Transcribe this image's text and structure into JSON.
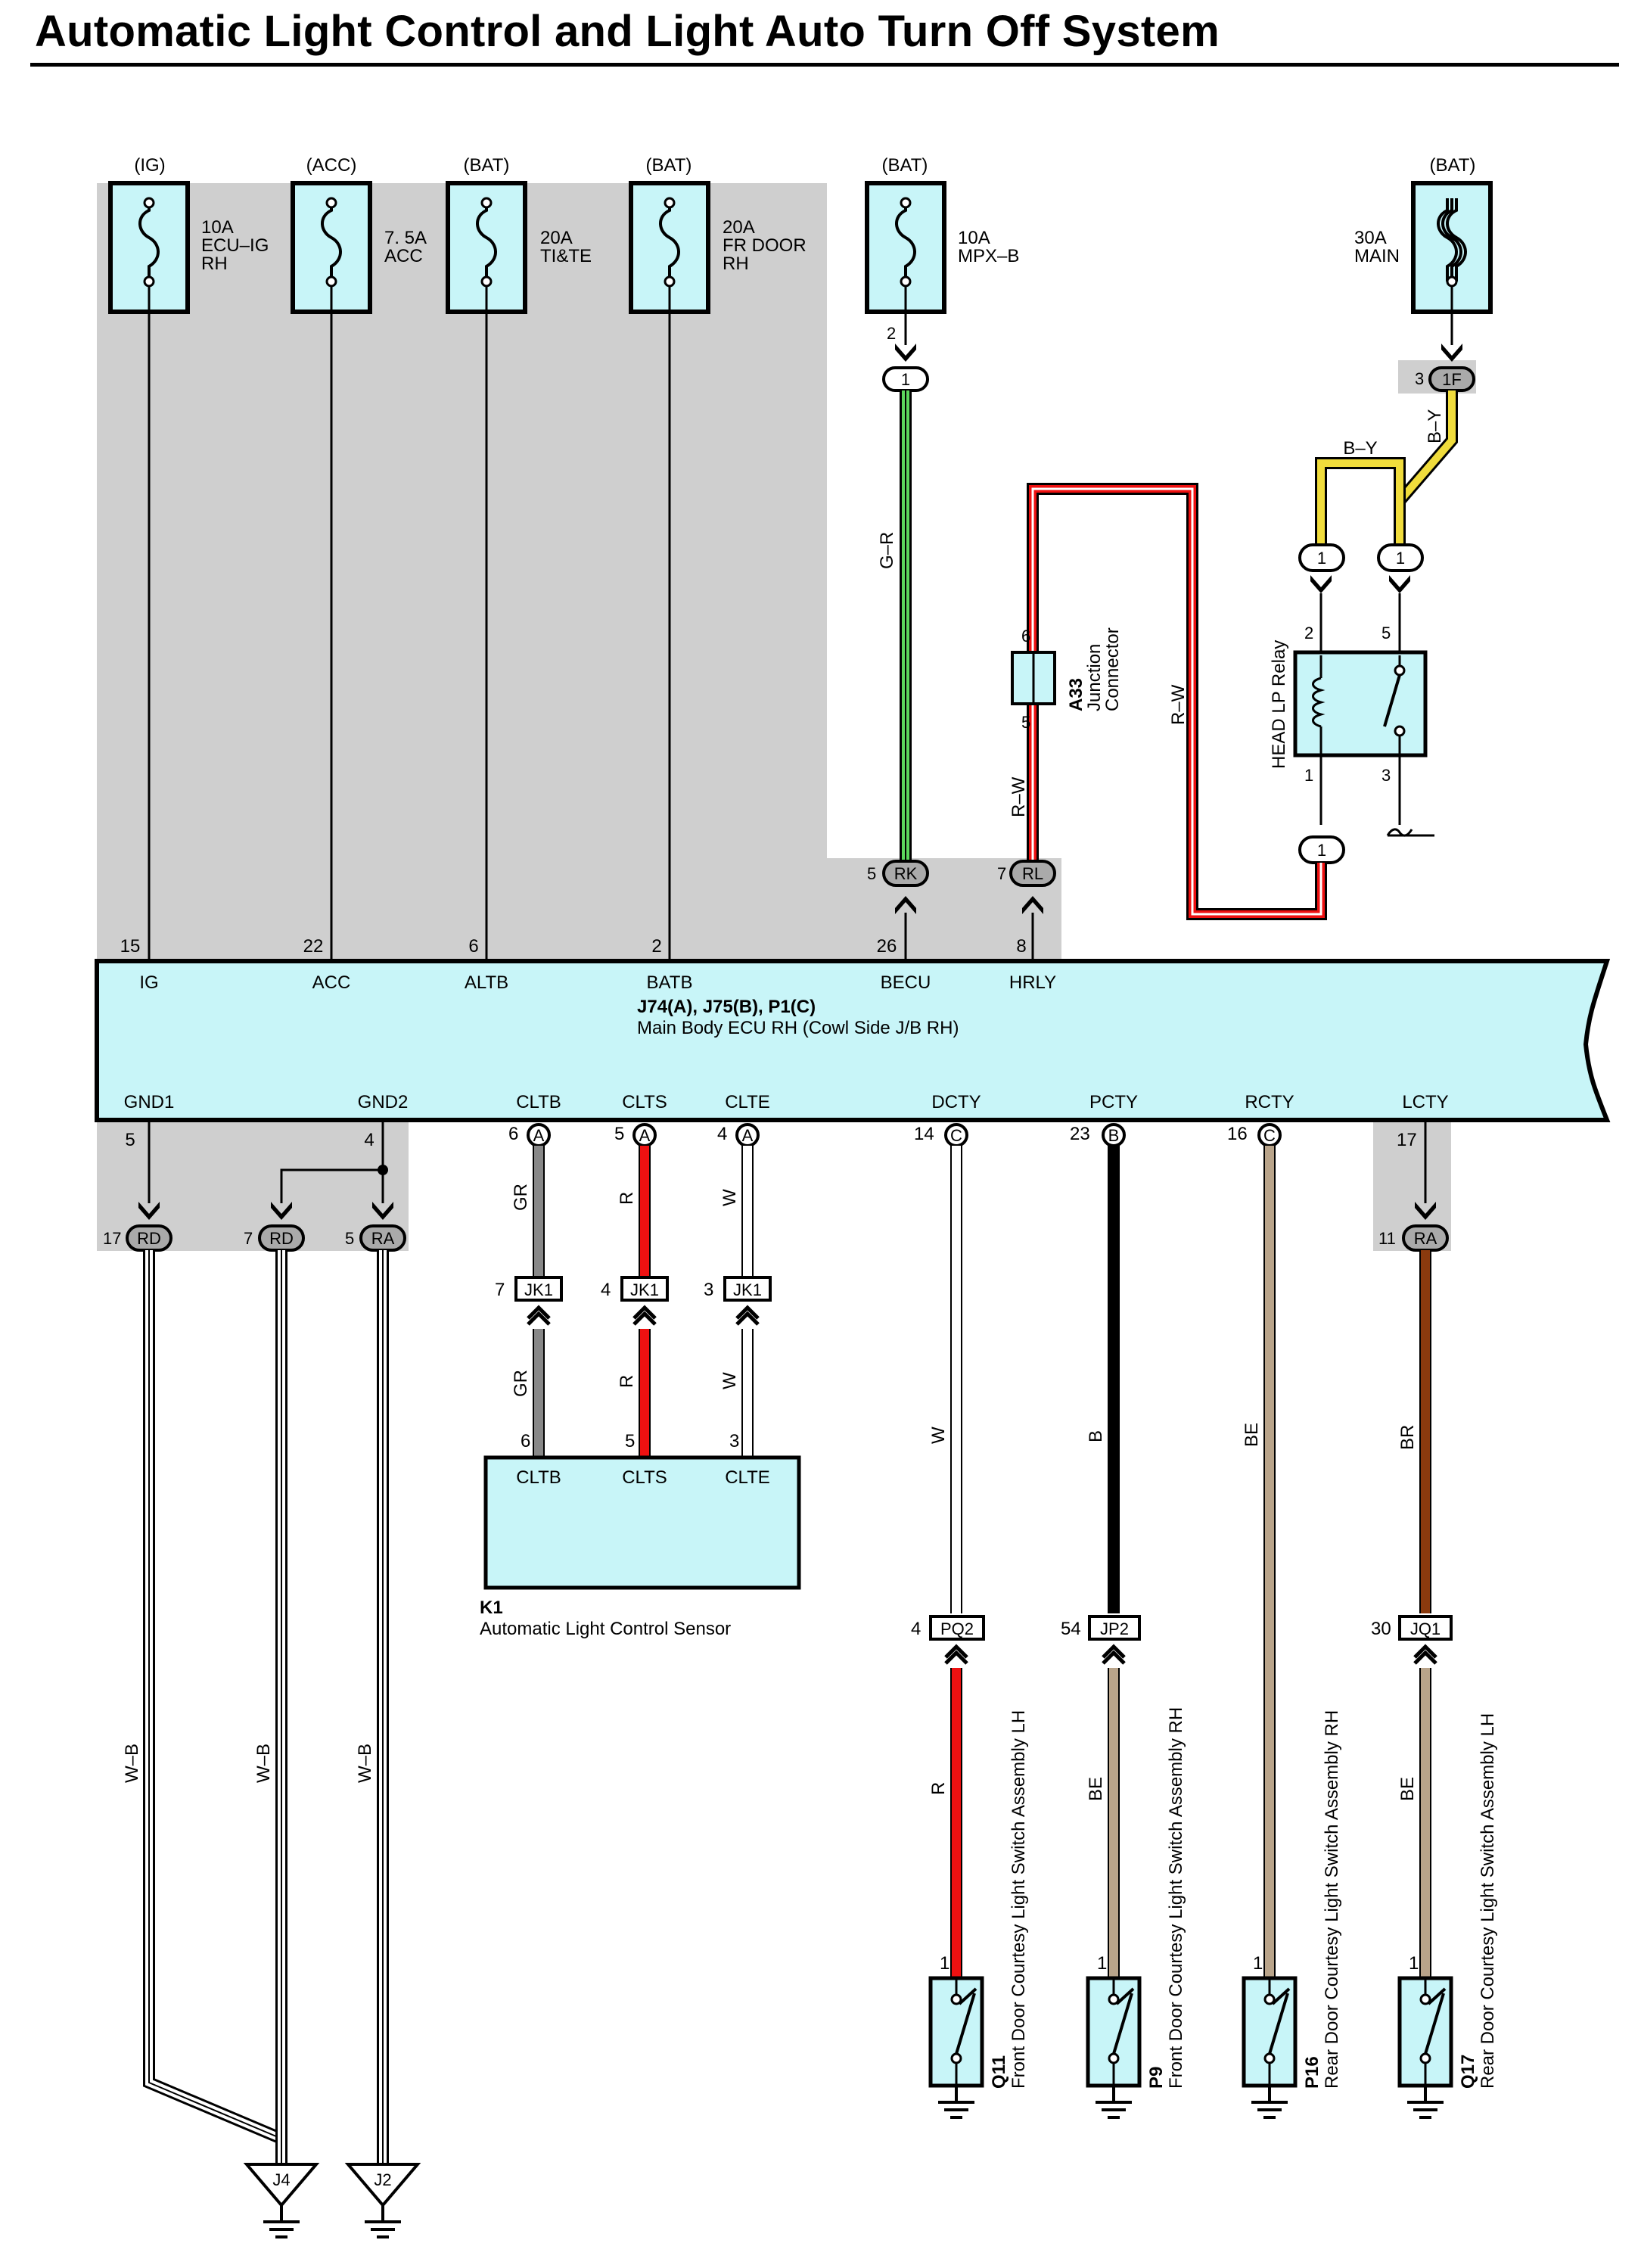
{
  "title": "Automatic Light Control and Light Auto Turn Off System",
  "colors": {
    "shade": "#cfcfcf",
    "component_fill": "#c8f5f8",
    "wire_green": "#5cd65c",
    "wire_red": "#ee1111",
    "wire_yellow": "#f0dc3c",
    "wire_gray": "#888888",
    "wire_beige": "#b9a48a",
    "wire_brown": "#8b3a0e",
    "wire_black": "#000000"
  },
  "fuses": [
    {
      "source": "(IG)",
      "rating": "10A",
      "name1": "ECU–IG",
      "name2": "RH"
    },
    {
      "source": "(ACC)",
      "rating": "7. 5A",
      "name1": "ACC",
      "name2": ""
    },
    {
      "source": "(BAT)",
      "rating": "20A",
      "name1": "TI&TE",
      "name2": ""
    },
    {
      "source": "(BAT)",
      "rating": "20A",
      "name1": "FR DOOR",
      "name2": "RH"
    },
    {
      "source": "(BAT)",
      "rating": "10A",
      "name1": "MPX–B",
      "name2": ""
    },
    {
      "source": "(BAT)",
      "rating": "30A",
      "name1": "MAIN",
      "name2": ""
    }
  ],
  "ecu": {
    "id": "J74(A), J75(B), P1(C)",
    "name": "Main Body ECU RH (Cowl Side J/B RH)",
    "top_pins": [
      {
        "pin": "15",
        "name": "IG"
      },
      {
        "pin": "22",
        "name": "ACC"
      },
      {
        "pin": "6",
        "name": "ALTB"
      },
      {
        "pin": "2",
        "name": "BATB"
      },
      {
        "pin": "26",
        "name": "BECU"
      },
      {
        "pin": "8",
        "name": "HRLY"
      }
    ],
    "bottom_pins": [
      {
        "pin": "5",
        "name": "GND1"
      },
      {
        "pin": "4",
        "name": "GND2"
      },
      {
        "pin": "6",
        "name": "CLTB",
        "conn": "A"
      },
      {
        "pin": "5",
        "name": "CLTS",
        "conn": "A"
      },
      {
        "pin": "4",
        "name": "CLTE",
        "conn": "A"
      },
      {
        "pin": "14",
        "name": "DCTY",
        "conn": "C"
      },
      {
        "pin": "23",
        "name": "PCTY",
        "conn": "B"
      },
      {
        "pin": "16",
        "name": "RCTY",
        "conn": "C"
      },
      {
        "pin": "17",
        "name": "LCTY"
      }
    ]
  },
  "connectors": {
    "mpx_pin": "2",
    "mpx_conn": "1",
    "main_pin": "3",
    "main_conn": "1F",
    "rk_pin": "5",
    "rk": "RK",
    "rl_pin": "7",
    "rl": "RL",
    "relay_in1": "1",
    "relay_in2": "1",
    "relay_out": "1",
    "gnd_rd1_pin": "17",
    "gnd_rd1": "RD",
    "gnd_rd2_pin": "7",
    "gnd_rd2": "RD",
    "gnd_ra_pin": "5",
    "gnd_ra": "RA",
    "lcty_ra_pin": "11",
    "lcty_ra": "RA",
    "jk1": "JK1",
    "jk1_pins": [
      "7",
      "4",
      "3"
    ],
    "pq2_pin": "4",
    "pq2": "PQ2",
    "jp2_pin": "54",
    "jp2": "JP2",
    "jq1_pin": "30",
    "jq1": "JQ1"
  },
  "wires": {
    "g_r": "G–R",
    "b_y": "B–Y",
    "r_w": "R–W",
    "gr": "GR",
    "r": "R",
    "w": "W",
    "b": "B",
    "be": "BE",
    "br": "BR",
    "w_b": "W–B"
  },
  "junction": {
    "code": "A33",
    "line1": "Junction",
    "line2": "Connector",
    "pin_top": "6",
    "pin_bottom": "5"
  },
  "relay": {
    "name": "HEAD LP Relay",
    "pins": [
      "2",
      "5",
      "1",
      "3"
    ]
  },
  "sensor": {
    "code": "K1",
    "name": "Automatic Light Control Sensor",
    "pins": [
      {
        "pin": "6",
        "name": "CLTB"
      },
      {
        "pin": "5",
        "name": "CLTS"
      },
      {
        "pin": "3",
        "name": "CLTE"
      }
    ]
  },
  "switches": [
    {
      "code": "Q11",
      "name": "Front Door Courtesy Light Switch Assembly LH",
      "pin": "1"
    },
    {
      "code": "P9",
      "name": "Front Door Courtesy Light Switch Assembly RH",
      "pin": "1"
    },
    {
      "code": "P16",
      "name": "Rear Door Courtesy Light Switch Assembly RH",
      "pin": "1"
    },
    {
      "code": "Q17",
      "name": "Rear Door Courtesy Light Switch Assembly LH",
      "pin": "1"
    }
  ],
  "grounds": [
    "J4",
    "J2"
  ]
}
